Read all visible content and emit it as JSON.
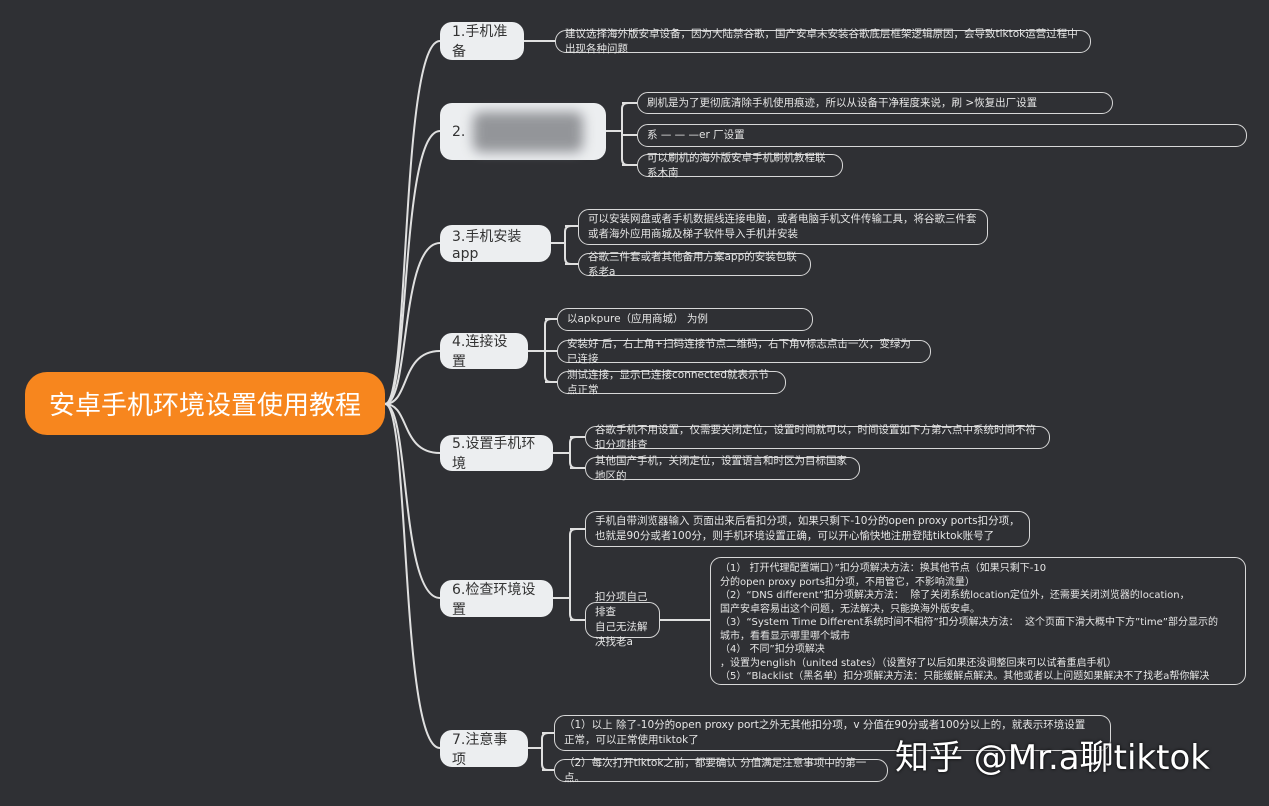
{
  "root": "安卓手机环境设置使用教程",
  "branches": [
    {
      "label": "1.手机准备",
      "leaves": [
        "建议选择海外版安卓设备，因为大陆禁谷歌，国产安卓未安装谷歌底层框架逻辑原因，会导致tiktok运营过程中出现各种问题"
      ]
    },
    {
      "label": "2.",
      "leaves": [
        "刷机是为了更彻底清除手机使用痕迹，所以从设备干净程度来说，刷 >恢复出厂设置",
        "系 — — —er 厂设置",
        "可以刷机的海外版安卓手机刷机教程联系木南"
      ]
    },
    {
      "label": "3.手机安装app",
      "leaves": [
        "可以安装网盘或者手机数据线连接电脑，或者电脑手机文件传输工具，将谷歌三件套或者海外应用商城及梯子软件导入手机并安装",
        "谷歌三件套或者其他备用方案app的安装包联系老a"
      ]
    },
    {
      "label": "4.连接设置",
      "leaves": [
        "以apkpure（应用商城） 为例",
        "安装好 后，右上角+扫码连接节点二维码，右下角v标志点击一次，变绿为已连接",
        "测试连接，显示已连接connected就表示节点正常"
      ]
    },
    {
      "label": "5.设置手机环境",
      "leaves": [
        "谷歌手机不用设置，仅需要关闭定位，设置时间就可以，时间设置如下方第六点中系统时间不符扣分项排查",
        "其他国产手机，关闭定位，设置语言和时区为目标国家地区的"
      ]
    },
    {
      "label": "6.检查环境设置",
      "leaves": [
        "手机自带浏览器输入 页面出来后看扣分项，如果只剩下-10分的open proxy ports扣分项，\n也就是90分或者100分，则手机环境设置正确，可以开心愉快地注册登陆tiktok账号了",
        "扣分项自己排查\n自己无法解决找老a"
      ],
      "detail": "（1） 打开代理配置端口）”扣分项解决方法：换其他节点（如果只剩下-10\n分的open proxy ports扣分项，不用管它，不影响流量）\n（2）“DNS different”扣分项解决方法：  除了关闭系统location定位外，还需要关闭浏览器的location，\n国产安卓容易出这个问题，无法解决，只能换海外版安卓。\n（3）“System Time Different系统时间不相符”扣分项解决方法：  这个页面下滑大概中下方”time”部分显示的\n城市，看看显示哪里哪个城市\n（4） 不同”扣分项解决\n，设置为english（united states）（设置好了以后如果还没调整回来可以试着重启手机）\n（5）“Blacklist（黑名单）扣分项解决方法：只能缓解点解决。其他或者以上问题如果解决不了找老a帮你解决"
    },
    {
      "label": "7.注意事项",
      "leaves": [
        "（1）以上 除了-10分的open proxy port之外无其他扣分项，v 分值在90分或者100分以上的，就表示环境设置\n正常，可以正常使用tiktok了",
        "（2）每次打开tiktok之前，都要确认 分值满足注意事项中的第一点。"
      ]
    }
  ],
  "watermark": "知乎 @Mr.a聊tiktok",
  "colors": {
    "background": "#2f3034",
    "root": "#f7861e",
    "main_node": "#eceef0",
    "line": "#e0e0e0"
  }
}
